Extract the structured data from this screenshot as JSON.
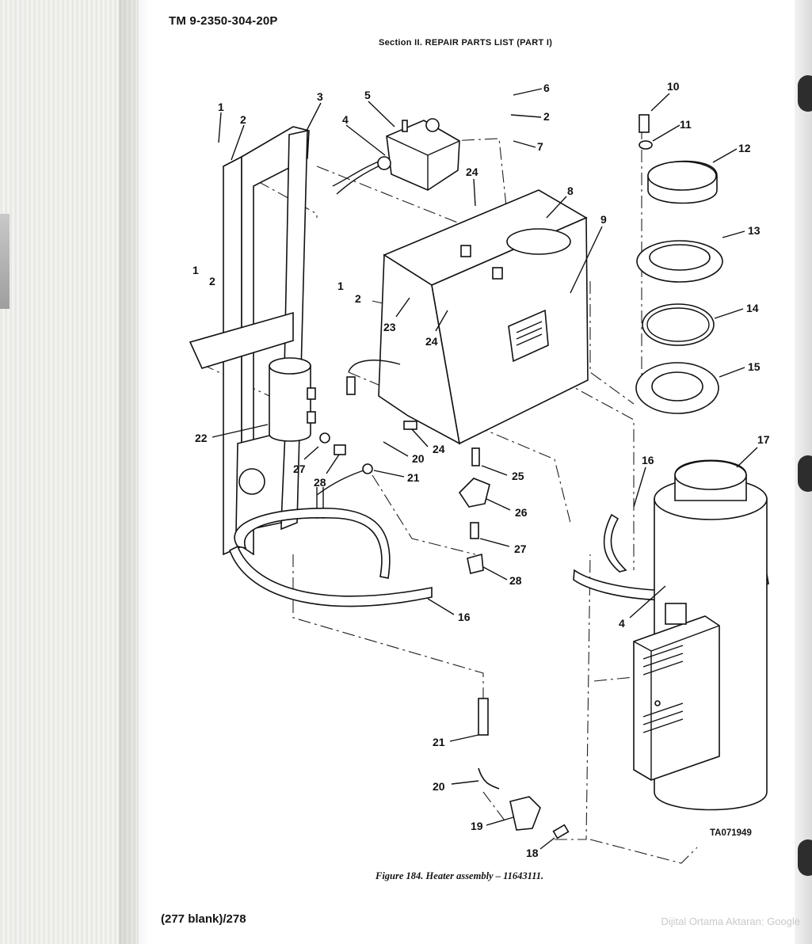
{
  "header": {
    "doc_id": "TM 9-2350-304-20P",
    "section_title": "Section II.  REPAIR PARTS LIST (PART I)"
  },
  "figure": {
    "caption": "Figure 184.   Heater assembly – 11643111.",
    "drawing_id": "TA071949",
    "callouts": [
      {
        "label": "1"
      },
      {
        "label": "2"
      },
      {
        "label": "3"
      },
      {
        "label": "4"
      },
      {
        "label": "5"
      },
      {
        "label": "6"
      },
      {
        "label": "2"
      },
      {
        "label": "7"
      },
      {
        "label": "24"
      },
      {
        "label": "8"
      },
      {
        "label": "9"
      },
      {
        "label": "10"
      },
      {
        "label": "11"
      },
      {
        "label": "12"
      },
      {
        "label": "13"
      },
      {
        "label": "14"
      },
      {
        "label": "15"
      },
      {
        "label": "1"
      },
      {
        "label": "2"
      },
      {
        "label": "1"
      },
      {
        "label": "2"
      },
      {
        "label": "23"
      },
      {
        "label": "24"
      },
      {
        "label": "22"
      },
      {
        "label": "20"
      },
      {
        "label": "24"
      },
      {
        "label": "27"
      },
      {
        "label": "28"
      },
      {
        "label": "21"
      },
      {
        "label": "25"
      },
      {
        "label": "26"
      },
      {
        "label": "27"
      },
      {
        "label": "28"
      },
      {
        "label": "16"
      },
      {
        "label": "16"
      },
      {
        "label": "17"
      },
      {
        "label": "4"
      },
      {
        "label": "21"
      },
      {
        "label": "20"
      },
      {
        "label": "19"
      },
      {
        "label": "18"
      }
    ]
  },
  "footer": {
    "page_number": "(277 blank)/278",
    "watermark": "Dijital Ortama Aktaran: Google"
  }
}
